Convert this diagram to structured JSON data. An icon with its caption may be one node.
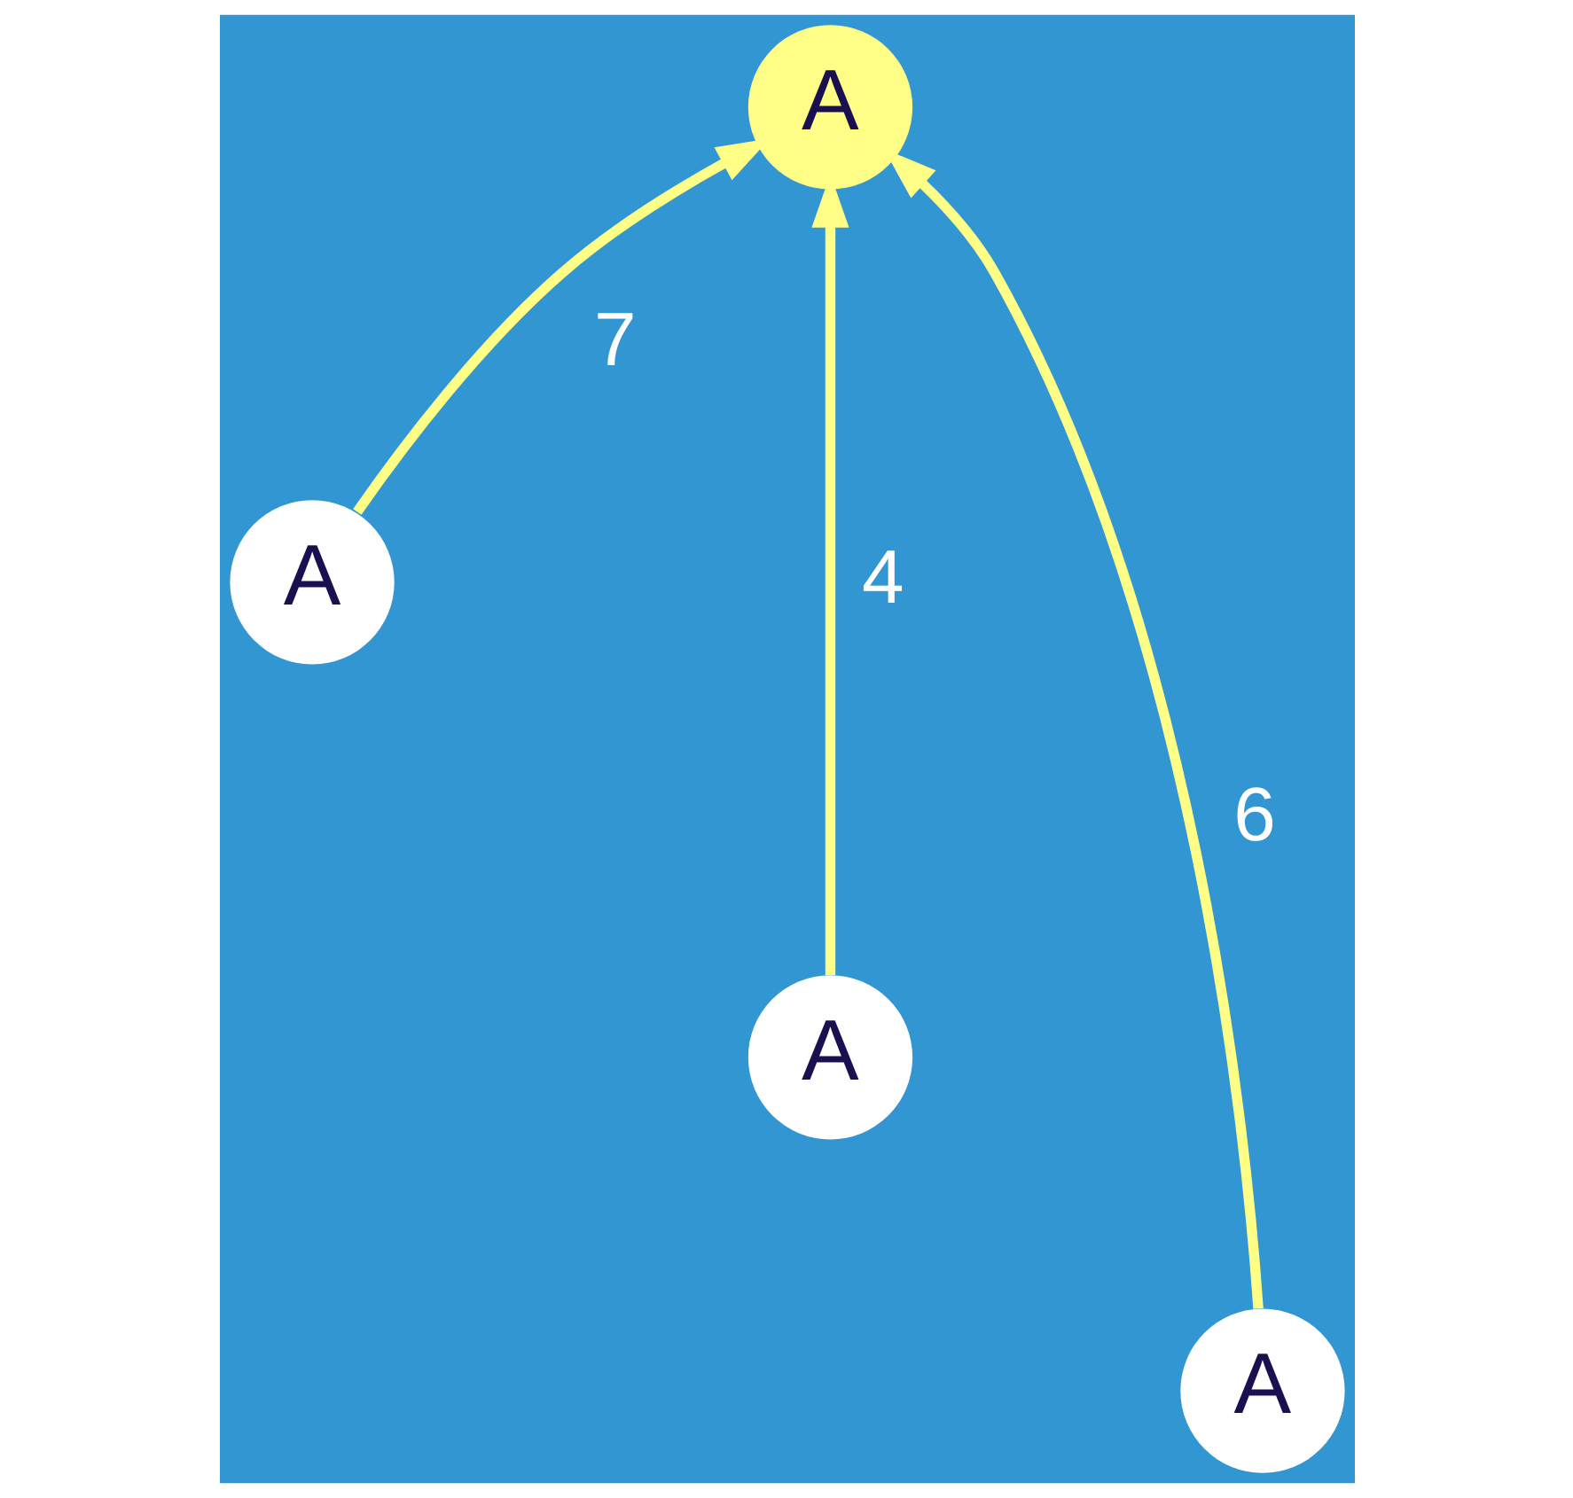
{
  "diagram": {
    "nodes": [
      {
        "text": [
          "A"
        ]
      },
      {
        "text": [
          "A"
        ]
      },
      {
        "text": [
          "A"
        ]
      },
      {
        "text": [
          "A"
        ]
      }
    ],
    "edges": [
      {
        "from": 1,
        "to": 0,
        "arrow": "to",
        "label": "7"
      },
      {
        "from": 2,
        "to": 0,
        "arrow": "to",
        "label": "4"
      },
      {
        "from": 3,
        "to": 0,
        "arrow": "to",
        "label": "6"
      }
    ]
  }
}
